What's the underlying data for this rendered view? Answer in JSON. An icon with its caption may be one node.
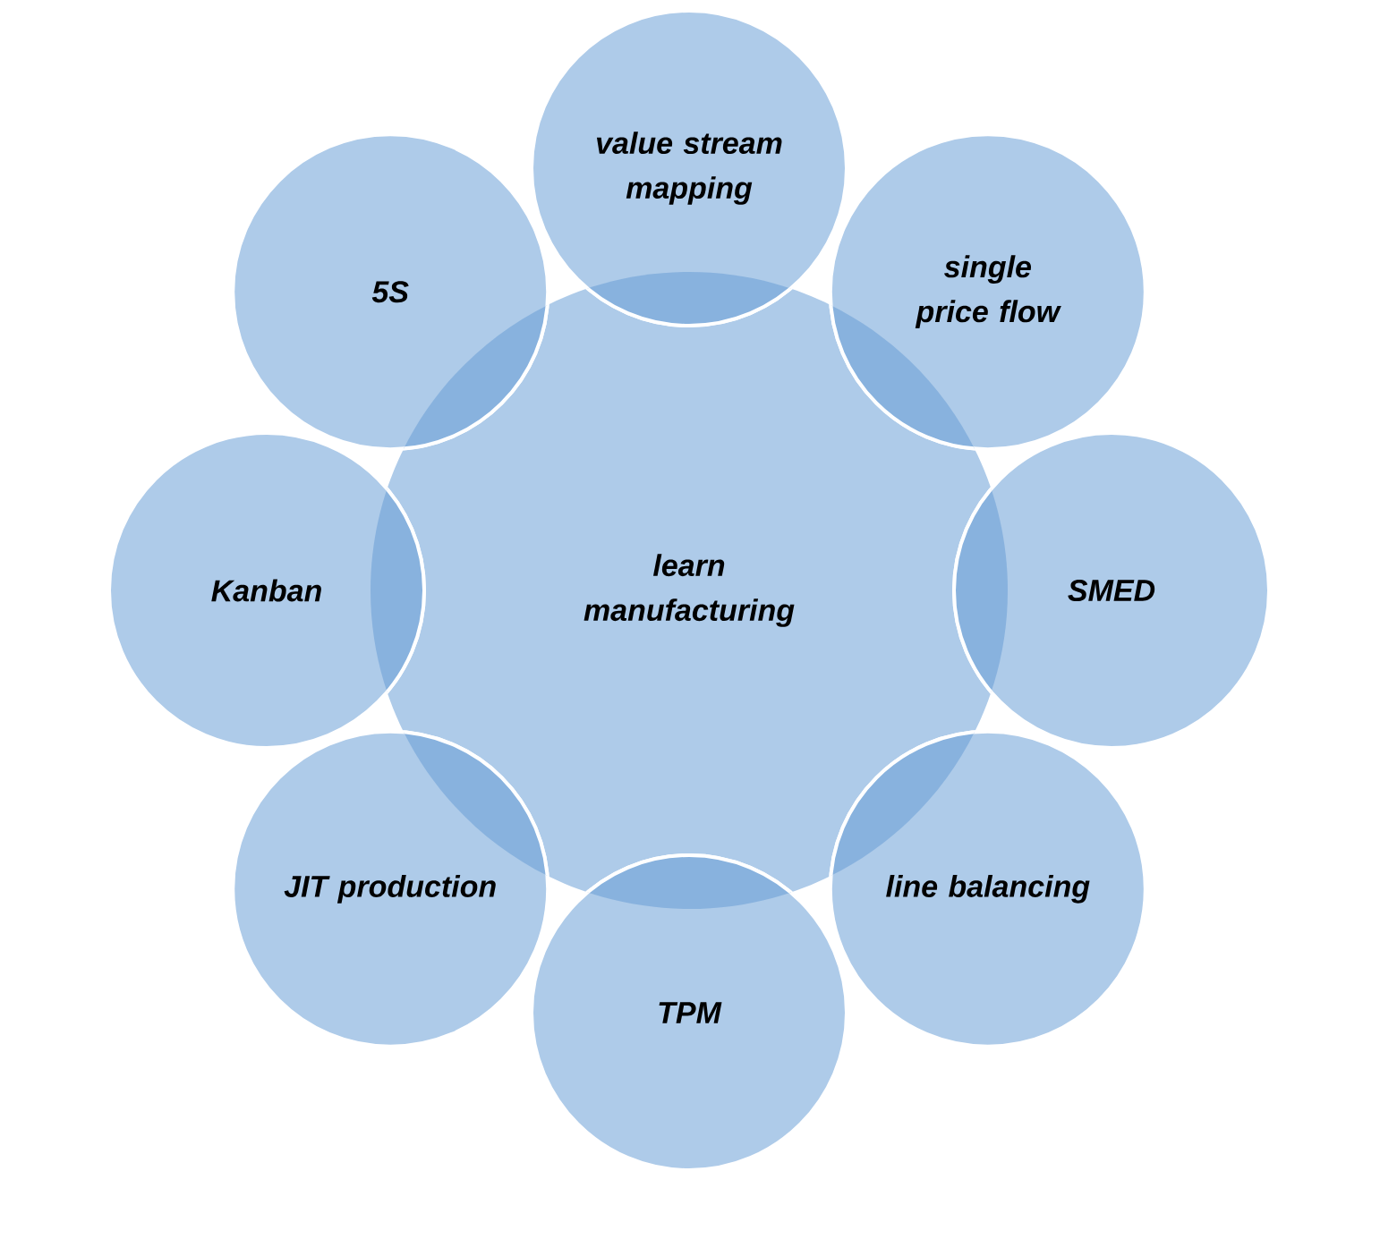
{
  "diagram": {
    "nodes": [
      {
        "text": [
          "learn manufacturing"
        ]
      },
      {
        "text": [
          "value stream mapping"
        ]
      },
      {
        "text": [
          "single price flow"
        ]
      },
      {
        "text": [
          "SMED"
        ]
      },
      {
        "text": [
          "line balancing"
        ]
      },
      {
        "text": [
          "TPM"
        ]
      },
      {
        "text": [
          "JIT production"
        ]
      },
      {
        "text": [
          "Kanban"
        ]
      },
      {
        "text": [
          "5S"
        ]
      }
    ]
  }
}
